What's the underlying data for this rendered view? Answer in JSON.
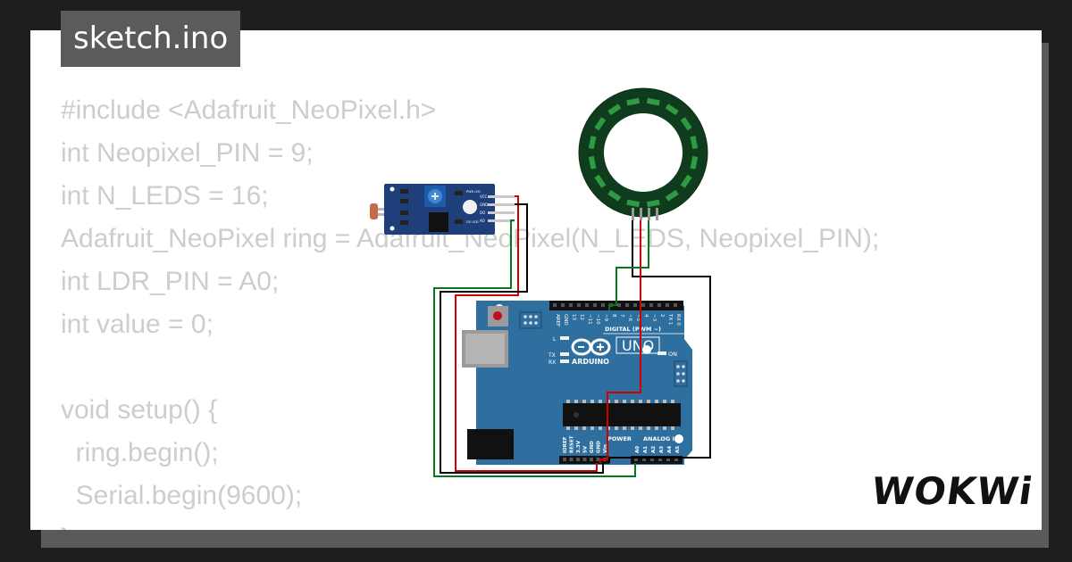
{
  "title": "sketch.ino",
  "code_lines": [
    "#include <Adafruit_NeoPixel.h>",
    "int Neopixel_PIN = 9;",
    "int N_LEDS = 16;",
    "Adafruit_NeoPixel ring = Adafruit_NeoPixel(N_LEDS, Neopixel_PIN);",
    "int LDR_PIN = A0;",
    "int value = 0;",
    "",
    "void setup() {",
    "  ring.begin();",
    "  Serial.begin(9600);",
    "}"
  ],
  "board": {
    "name": "UNO",
    "brand": "ARDUINO",
    "digital_label": "DIGITAL (PWM ~)",
    "power_label": "POWER",
    "analog_label": "ANALOG IN",
    "on_label": "ON",
    "digital_pins": [
      "AREF",
      "GND",
      "13",
      "12",
      "~11",
      "~10",
      "~9",
      "8",
      "7",
      "~6",
      "~5",
      "4",
      "~3",
      "2",
      "TX 1",
      "RX 0"
    ],
    "power_pins": [
      "IOREF",
      "RESET",
      "3.3V",
      "5V",
      "GND",
      "GND",
      "Vin"
    ],
    "analog_pins": [
      "A0",
      "A1",
      "A2",
      "A3",
      "A4",
      "A5"
    ],
    "led_labels": [
      "L",
      "TX",
      "RX"
    ]
  },
  "ldr_module": {
    "pins": [
      "VCC",
      "GND",
      "DO",
      "AO"
    ],
    "led_labels": [
      "PWR LED",
      "DO LED"
    ]
  },
  "neopixel": {
    "led_count": 16
  },
  "logo": "WOKWi",
  "colors": {
    "board": "#2f6fa0",
    "module": "#1e3f7a",
    "ring": "#103c1e",
    "wire_red": "#d10000",
    "wire_green": "#007a1a",
    "wire_black": "#000000",
    "code_text": "#cdcdcd"
  }
}
